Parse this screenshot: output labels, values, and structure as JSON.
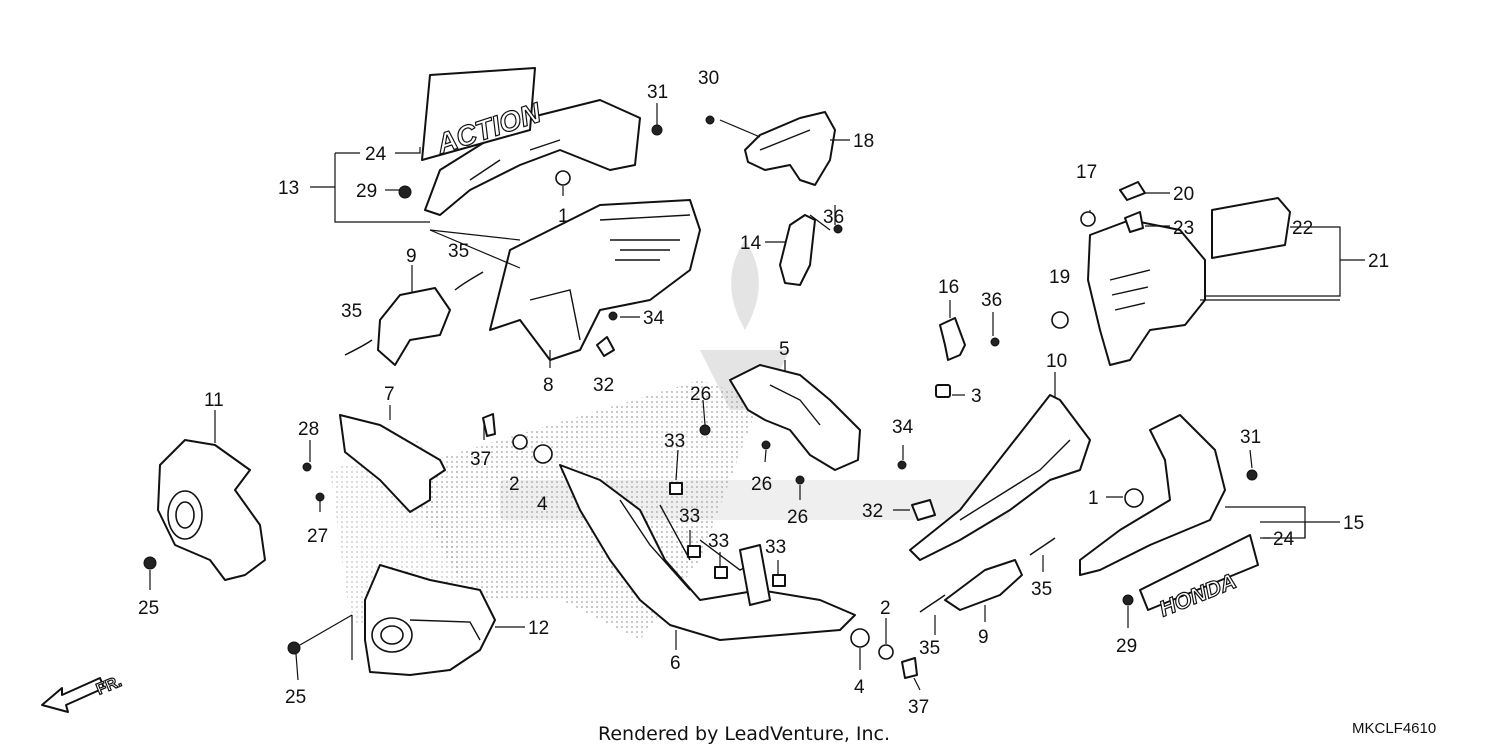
{
  "diagram": {
    "callouts": [
      {
        "id": "c-31a",
        "text": "31"
      },
      {
        "id": "c-24a",
        "text": "24"
      },
      {
        "id": "c-13",
        "text": "13"
      },
      {
        "id": "c-29a",
        "text": "29"
      },
      {
        "id": "c-1a",
        "text": "1"
      },
      {
        "id": "c-9a",
        "text": "9"
      },
      {
        "id": "c-35a",
        "text": "35"
      },
      {
        "id": "c-35b",
        "text": "35"
      },
      {
        "id": "c-34a",
        "text": "34"
      },
      {
        "id": "c-8",
        "text": "8"
      },
      {
        "id": "c-32a",
        "text": "32"
      },
      {
        "id": "c-30",
        "text": "30"
      },
      {
        "id": "c-18",
        "text": "18"
      },
      {
        "id": "c-36a",
        "text": "36"
      },
      {
        "id": "c-14",
        "text": "14"
      },
      {
        "id": "c-17",
        "text": "17"
      },
      {
        "id": "c-20",
        "text": "20"
      },
      {
        "id": "c-23",
        "text": "23"
      },
      {
        "id": "c-22",
        "text": "22"
      },
      {
        "id": "c-21",
        "text": "21"
      },
      {
        "id": "c-19",
        "text": "19"
      },
      {
        "id": "c-16",
        "text": "16"
      },
      {
        "id": "c-36b",
        "text": "36"
      },
      {
        "id": "c-3",
        "text": "3"
      },
      {
        "id": "c-5",
        "text": "5"
      },
      {
        "id": "c-10",
        "text": "10"
      },
      {
        "id": "c-11",
        "text": "11"
      },
      {
        "id": "c-7",
        "text": "7"
      },
      {
        "id": "c-28",
        "text": "28"
      },
      {
        "id": "c-37a",
        "text": "37"
      },
      {
        "id": "c-2a",
        "text": "2"
      },
      {
        "id": "c-4a",
        "text": "4"
      },
      {
        "id": "c-26a",
        "text": "26"
      },
      {
        "id": "c-33a",
        "text": "33"
      },
      {
        "id": "c-26b",
        "text": "26"
      },
      {
        "id": "c-26c",
        "text": "26"
      },
      {
        "id": "c-34b",
        "text": "34"
      },
      {
        "id": "c-31b",
        "text": "31"
      },
      {
        "id": "c-1b",
        "text": "1"
      },
      {
        "id": "c-32b",
        "text": "32"
      },
      {
        "id": "c-15",
        "text": "15"
      },
      {
        "id": "c-24b",
        "text": "24"
      },
      {
        "id": "c-27",
        "text": "27"
      },
      {
        "id": "c-25a",
        "text": "25"
      },
      {
        "id": "c-33b",
        "text": "33"
      },
      {
        "id": "c-33c",
        "text": "33"
      },
      {
        "id": "c-33d",
        "text": "33"
      },
      {
        "id": "c-35c",
        "text": "35"
      },
      {
        "id": "c-35d",
        "text": "35"
      },
      {
        "id": "c-9b",
        "text": "9"
      },
      {
        "id": "c-29b",
        "text": "29"
      },
      {
        "id": "c-12",
        "text": "12"
      },
      {
        "id": "c-2b",
        "text": "2"
      },
      {
        "id": "c-6",
        "text": "6"
      },
      {
        "id": "c-25b",
        "text": "25"
      },
      {
        "id": "c-4b",
        "text": "4"
      },
      {
        "id": "c-37b",
        "text": "37"
      }
    ],
    "decals": {
      "left_decal": "ACTION",
      "right_decal": "HONDA"
    },
    "direction_label": "FR.",
    "footer_text": "Rendered by LeadVenture, Inc.",
    "diagram_code": "MKCLF4610"
  }
}
